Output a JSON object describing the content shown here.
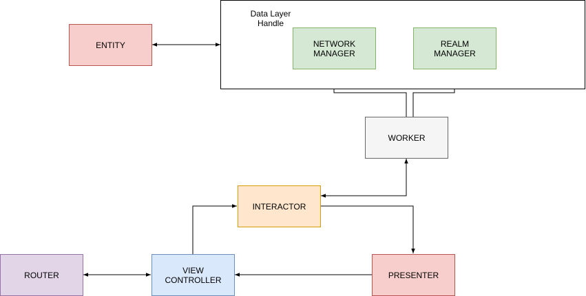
{
  "container": {
    "label_line1": "Data Layer",
    "label_line2": "Handle"
  },
  "nodes": {
    "entity": {
      "line1": "ENTITY",
      "line2": "",
      "fill": "#f8cecc",
      "stroke": "#b85450"
    },
    "network": {
      "line1": "NETWORK",
      "line2": "MANAGER",
      "fill": "#d5e8d4",
      "stroke": "#82b366"
    },
    "realm": {
      "line1": "REALM",
      "line2": "MANAGER",
      "fill": "#d5e8d4",
      "stroke": "#82b366"
    },
    "worker": {
      "line1": "WORKER",
      "line2": "",
      "fill": "#f5f5f5",
      "stroke": "#666666"
    },
    "interactor": {
      "line1": "INTERACTOR",
      "line2": "",
      "fill": "#ffe6cc",
      "stroke": "#d79b00"
    },
    "router": {
      "line1": "ROUTER",
      "line2": "",
      "fill": "#e1d5e7",
      "stroke": "#9673a6"
    },
    "viewctrl": {
      "line1": "VIEW",
      "line2": "CONTROLLER",
      "fill": "#dae8fc",
      "stroke": "#6c8ebf"
    },
    "presenter": {
      "line1": "PRESENTER",
      "line2": "",
      "fill": "#f8cecc",
      "stroke": "#b85450"
    }
  },
  "edges": [
    {
      "from": "entity",
      "to": "container",
      "direction": "both"
    },
    {
      "from": "worker",
      "to": "network",
      "direction": "forward"
    },
    {
      "from": "worker",
      "to": "realm",
      "direction": "forward"
    },
    {
      "from": "interactor",
      "to": "worker",
      "direction": "both"
    },
    {
      "from": "interactor",
      "to": "presenter",
      "direction": "forward"
    },
    {
      "from": "presenter",
      "to": "viewctrl",
      "direction": "forward"
    },
    {
      "from": "viewctrl",
      "to": "interactor",
      "direction": "forward"
    },
    {
      "from": "router",
      "to": "viewctrl",
      "direction": "both"
    }
  ]
}
